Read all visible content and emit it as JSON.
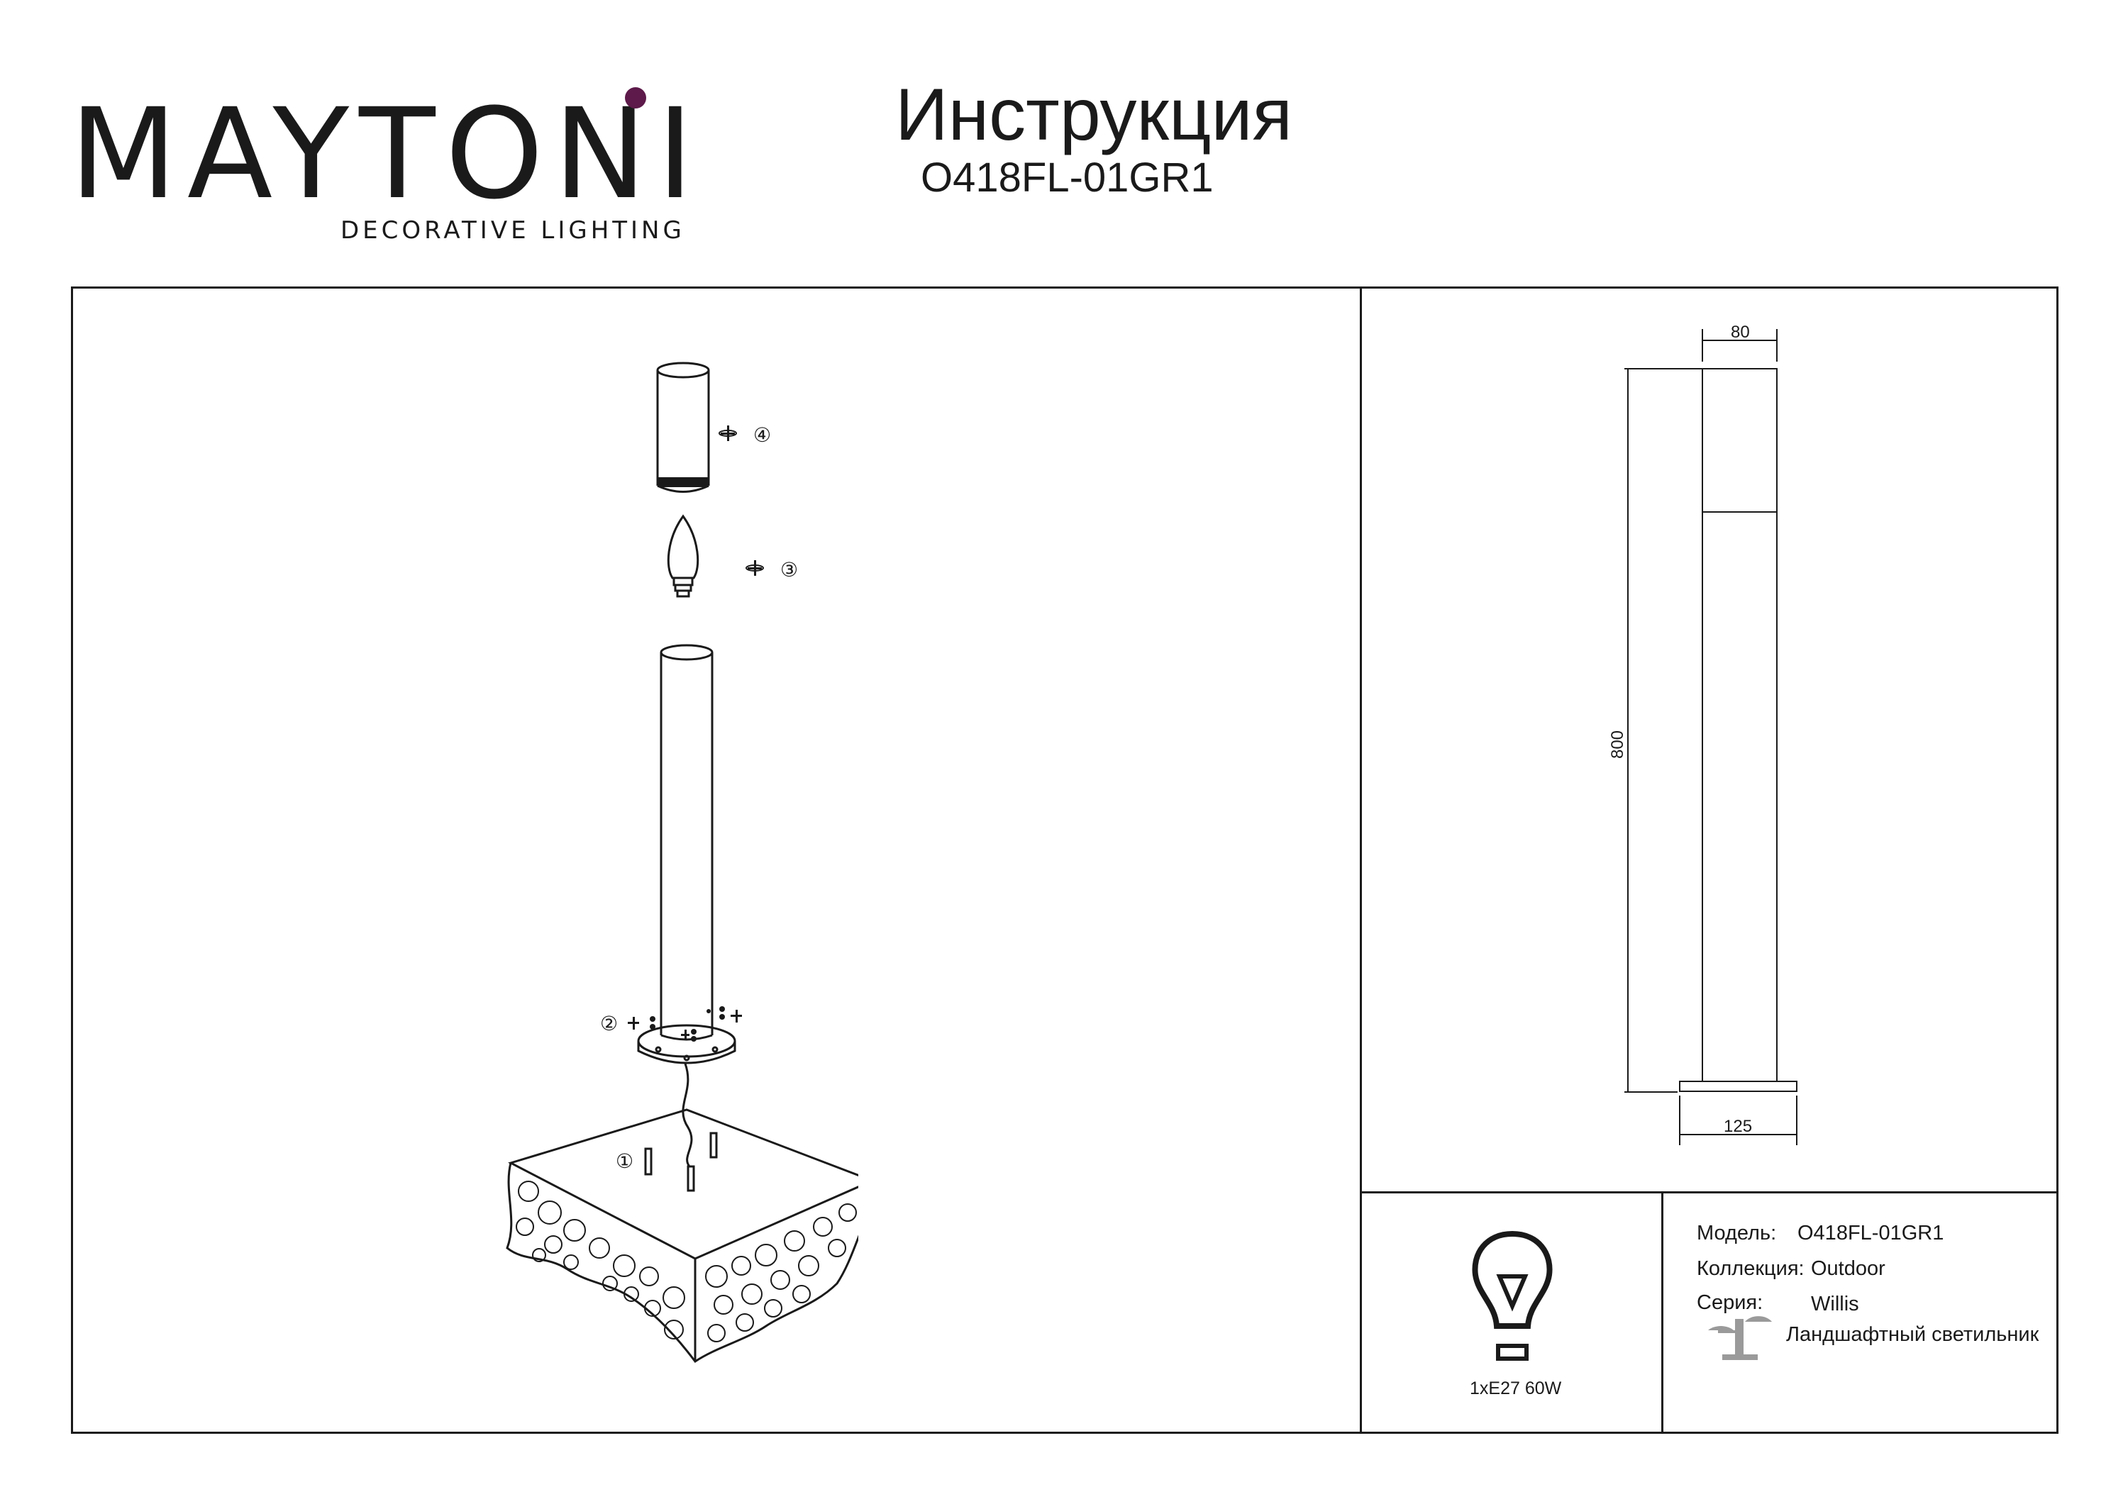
{
  "header": {
    "brand": "MAYTONI",
    "brand_tagline": "DECORATIVE LIGHTING",
    "title": "Инструкция",
    "model_code": "O418FL-01GR1"
  },
  "assembly": {
    "steps": [
      "①",
      "②",
      "③",
      "④"
    ]
  },
  "dimensions": {
    "width_top": "80",
    "height": "800",
    "base_width": "125"
  },
  "lamp_spec": {
    "icon": "light-bulb-icon",
    "text": "1xE27 60W"
  },
  "info": {
    "model_label": "Модель:",
    "model_value": "O418FL-01GR1",
    "collection_label": "Коллекция:",
    "collection_value": "Outdoor",
    "series_label": "Серия:",
    "series_value": "Willis",
    "type_icon": "bollard-lamp-icon",
    "type_value": "Ландшафтный светильник"
  },
  "colors": {
    "brand_dot": "#5d1a4a",
    "ink": "#1a1a1a"
  }
}
